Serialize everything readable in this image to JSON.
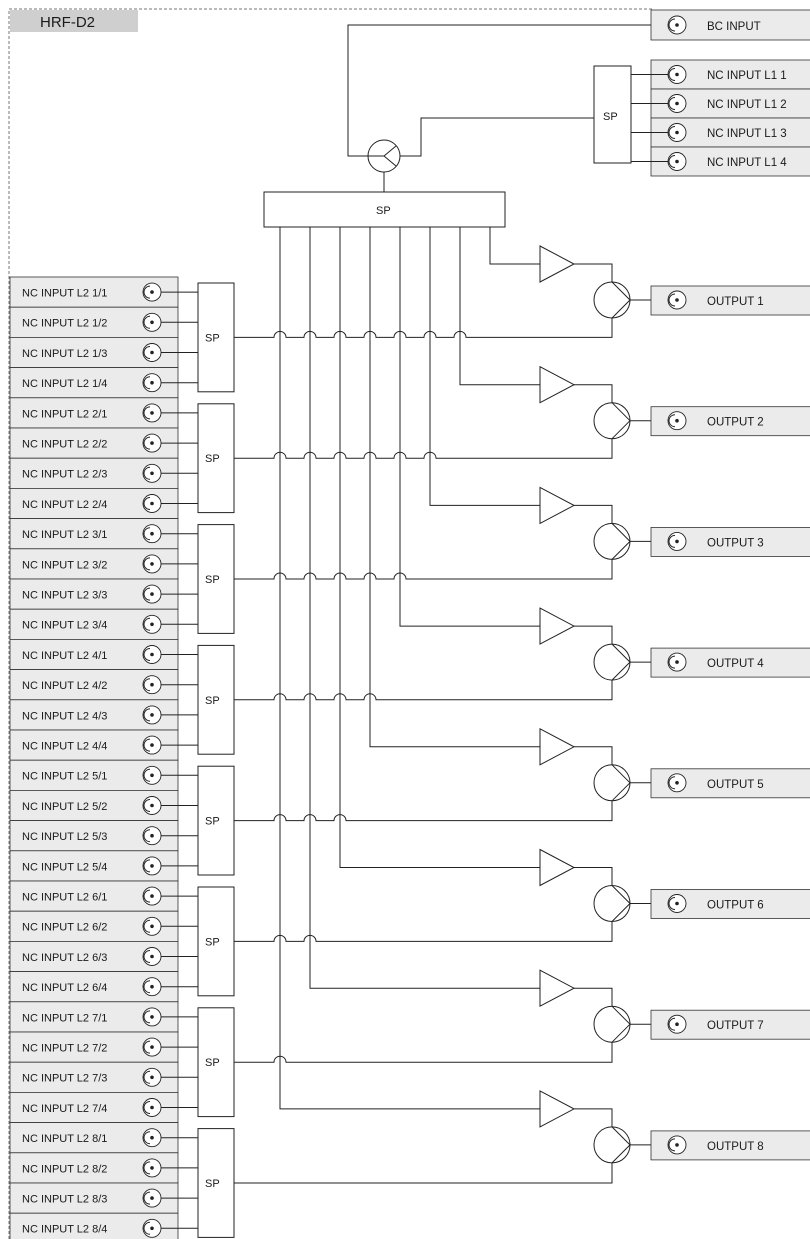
{
  "device_label": "HRF-D2",
  "bc_input": "BC INPUT",
  "nc_l1_inputs": [
    "NC INPUT L1 1",
    "NC INPUT L1 2",
    "NC INPUT L1 3",
    "NC INPUT L1 4"
  ],
  "splitter_label": "SP",
  "nc_l2_groups": [
    [
      "NC INPUT L2 1/1",
      "NC INPUT L2 1/2",
      "NC INPUT L2 1/3",
      "NC INPUT L2 1/4"
    ],
    [
      "NC INPUT L2 2/1",
      "NC INPUT L2 2/2",
      "NC INPUT L2 2/3",
      "NC INPUT L2 2/4"
    ],
    [
      "NC INPUT L2 3/1",
      "NC INPUT L2 3/2",
      "NC INPUT L2 3/3",
      "NC INPUT L2 3/4"
    ],
    [
      "NC INPUT L2 4/1",
      "NC INPUT L2 4/2",
      "NC INPUT L2 4/3",
      "NC INPUT L2 4/4"
    ],
    [
      "NC INPUT L2 5/1",
      "NC INPUT L2 5/2",
      "NC INPUT L2 5/3",
      "NC INPUT L2 5/4"
    ],
    [
      "NC INPUT L2 6/1",
      "NC INPUT L2 6/2",
      "NC INPUT L2 6/3",
      "NC INPUT L2 6/4"
    ],
    [
      "NC INPUT L2 7/1",
      "NC INPUT L2 7/2",
      "NC INPUT L2 7/3",
      "NC INPUT L2 7/4"
    ],
    [
      "NC INPUT L2 8/1",
      "NC INPUT L2 8/2",
      "NC INPUT L2 8/3",
      "NC INPUT L2 8/4"
    ]
  ],
  "outputs": [
    "OUTPUT 1",
    "OUTPUT 2",
    "OUTPUT 3",
    "OUTPUT 4",
    "OUTPUT 5",
    "OUTPUT 6",
    "OUTPUT 7",
    "OUTPUT 8"
  ],
  "colors": {
    "box_fill": "#ebebeb",
    "tag_fill": "#cfcfcf",
    "line": "#222222",
    "dashed": "#777777"
  }
}
